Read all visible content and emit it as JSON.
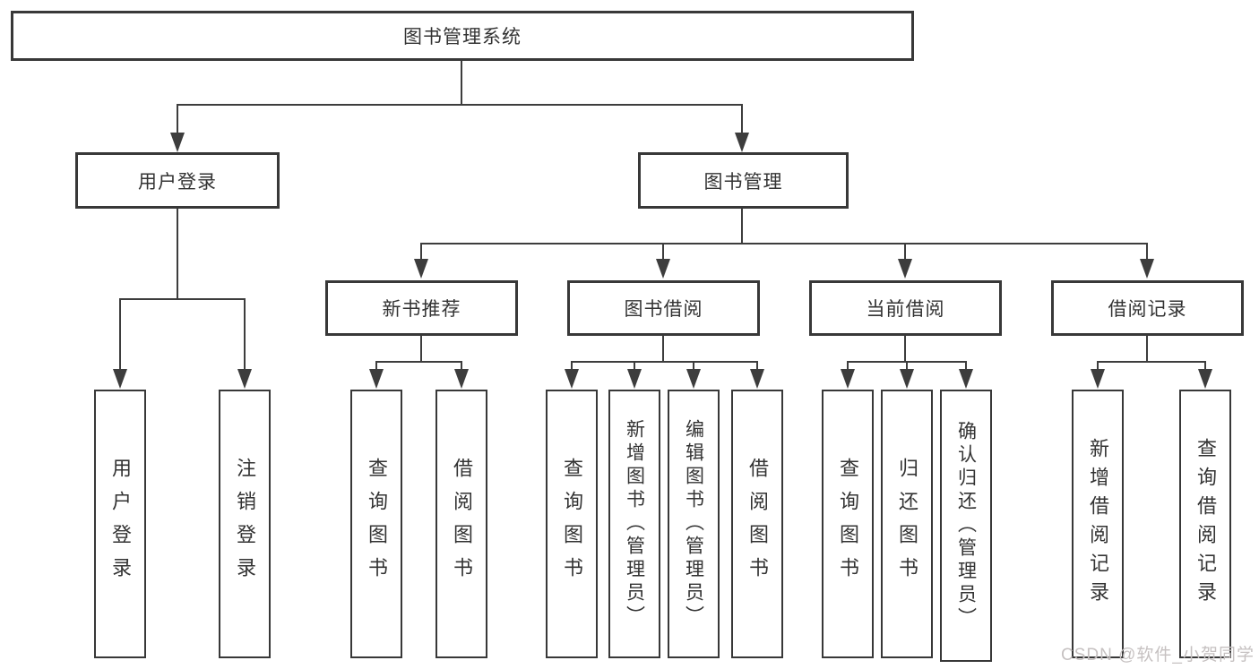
{
  "diagram": {
    "root": {
      "label": "图书管理系统"
    },
    "branches": [
      {
        "label": "用户登录",
        "children": [
          {
            "label": "用户登录"
          },
          {
            "label": "注销登录"
          }
        ]
      },
      {
        "label": "图书管理",
        "children": [
          {
            "label": "新书推荐",
            "children": [
              {
                "label": "查询图书"
              },
              {
                "label": "借阅图书"
              }
            ]
          },
          {
            "label": "图书借阅",
            "children": [
              {
                "label": "查询图书"
              },
              {
                "label": "新增图书（管理员）"
              },
              {
                "label": "编辑图书（管理员）"
              },
              {
                "label": "借阅图书"
              }
            ]
          },
          {
            "label": "当前借阅",
            "children": [
              {
                "label": "查询图书"
              },
              {
                "label": "归还图书"
              },
              {
                "label": "确认归还（管理员）"
              }
            ]
          },
          {
            "label": "借阅记录",
            "children": [
              {
                "label": "新增借阅记录"
              },
              {
                "label": "查询借阅记录"
              }
            ]
          }
        ]
      }
    ]
  },
  "watermark": "CSDN @软件_小贺同学",
  "colors": {
    "line": "#3d3d3d",
    "border": "#383838",
    "text": "#333333",
    "watermark": "#c6c1c1",
    "background": "#ffffff"
  }
}
